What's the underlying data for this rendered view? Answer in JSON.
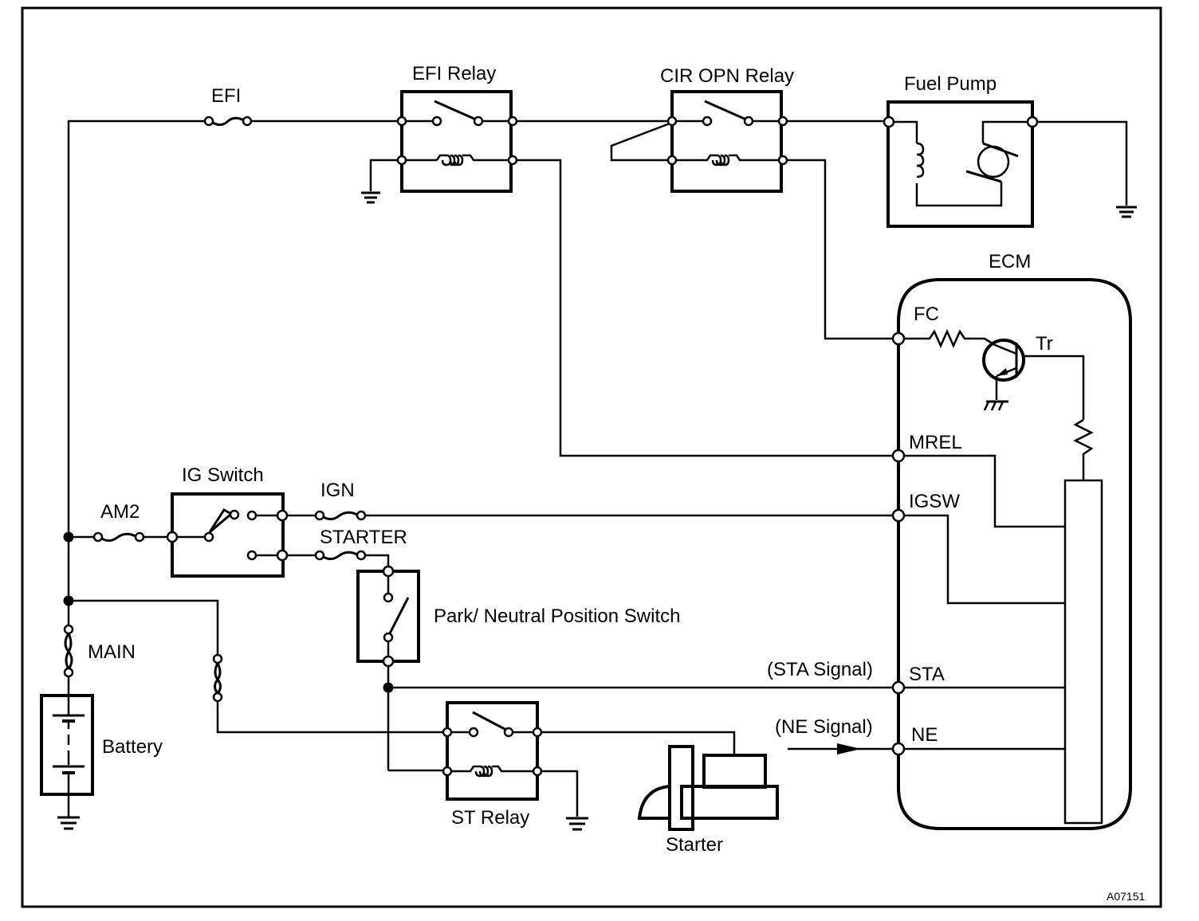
{
  "diagram": {
    "type": "wiring-schematic",
    "figure_id": "A07151",
    "components": {
      "efi_fuse": {
        "label": "EFI"
      },
      "efi_relay": {
        "label": "EFI Relay"
      },
      "cir_opn_relay": {
        "label": "CIR OPN Relay"
      },
      "fuel_pump": {
        "label": "Fuel Pump"
      },
      "ecm": {
        "label": "ECM"
      },
      "am2_fuse": {
        "label": "AM2"
      },
      "ig_switch": {
        "label": "IG Switch"
      },
      "ign_fuse": {
        "label": "IGN"
      },
      "starter_fuse": {
        "label": "STARTER"
      },
      "pn_switch": {
        "label": "Park/ Neutral Position Switch"
      },
      "main_fuse": {
        "label": "MAIN"
      },
      "battery": {
        "label": "Battery"
      },
      "st_relay": {
        "label": "ST Relay"
      },
      "starter": {
        "label": "Starter"
      },
      "transistor": {
        "label": "Tr"
      }
    },
    "ecm_terminals": [
      {
        "id": "fc",
        "label": "FC"
      },
      {
        "id": "mrel",
        "label": "MREL"
      },
      {
        "id": "igsw",
        "label": "IGSW"
      },
      {
        "id": "sta",
        "label": "STA"
      },
      {
        "id": "ne",
        "label": "NE"
      }
    ],
    "signals": {
      "sta": "(STA Signal)",
      "ne": "(NE Signal)"
    },
    "connections": [
      {
        "from": "Battery",
        "to": "MAIN"
      },
      {
        "from": "MAIN",
        "to": "AM2"
      },
      {
        "from": "AM2",
        "to": "IG Switch"
      },
      {
        "from": "IG Switch",
        "to": "IGN"
      },
      {
        "from": "IGN",
        "to": "IGSW"
      },
      {
        "from": "IG Switch",
        "to": "STARTER"
      },
      {
        "from": "STARTER",
        "to": "Park/ Neutral Position Switch"
      },
      {
        "from": "Park/ Neutral Position Switch",
        "to": "STA"
      },
      {
        "from": "Park/ Neutral Position Switch",
        "to": "ST Relay"
      },
      {
        "from": "ST Relay",
        "to": "Starter"
      },
      {
        "from": "EFI",
        "to": "EFI Relay"
      },
      {
        "from": "EFI Relay",
        "to": "CIR OPN Relay"
      },
      {
        "from": "CIR OPN Relay",
        "to": "Fuel Pump"
      },
      {
        "from": "EFI Relay",
        "to": "MREL"
      },
      {
        "from": "CIR OPN Relay",
        "to": "FC"
      },
      {
        "from": "NE Signal",
        "to": "NE"
      }
    ]
  }
}
